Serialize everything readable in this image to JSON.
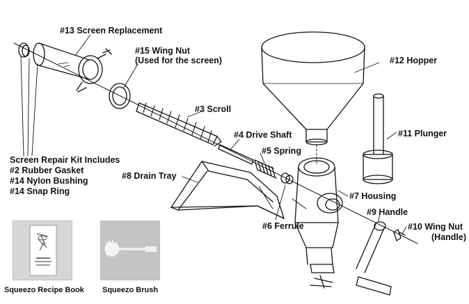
{
  "parts": {
    "screen_replacement": "#13 Screen Replacement",
    "wing_nut_screen": "#15 Wing Nut",
    "wing_nut_screen_note": "(Used for the screen)",
    "hopper": "#12 Hopper",
    "scroll": "#3 Scroll",
    "drive_shaft": "#4 Drive Shaft",
    "plunger": "#11 Plunger",
    "spring": "#5 Spring",
    "drain_tray": "#8 Drain Tray",
    "housing": "#7 Housing",
    "handle": "#9 Handle",
    "ferrule": "#6 Ferrule",
    "wing_nut_handle": "#10 Wing Nut",
    "wing_nut_handle_note": "(Handle)"
  },
  "repair_kit": {
    "title": "Screen Repair Kit Includes",
    "items": [
      "#2 Rubber Gasket",
      "#14 Nylon Bushing",
      "#14 Snap Ring"
    ]
  },
  "accessories": [
    {
      "label": "Squeezo Recipe Book",
      "icon": "recipe-book-photo"
    },
    {
      "label": "Squeezo Brush",
      "icon": "brush-photo"
    }
  ]
}
